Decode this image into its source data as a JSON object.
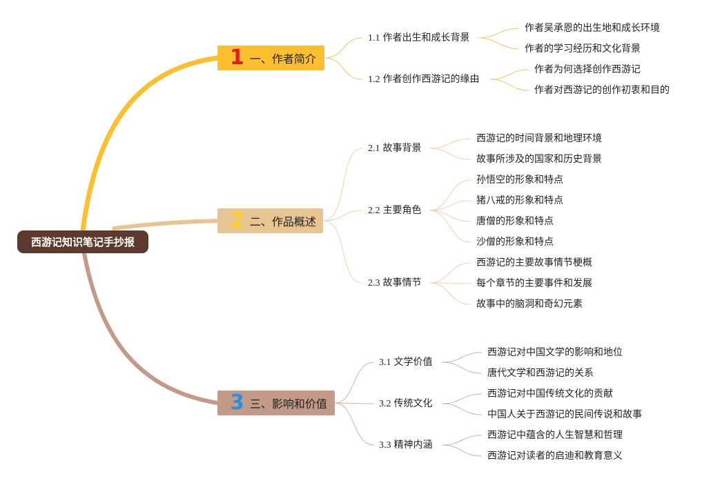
{
  "root": {
    "title": "西游记知识笔记手抄报"
  },
  "colors": {
    "root": "#5c3a2e",
    "b1": "#fbbf2f",
    "b2": "#e8c493",
    "b3": "#c39a88",
    "num1": "#e31c1c",
    "num2": "#fbd02f",
    "num3": "#2b8fd9"
  },
  "branches": [
    {
      "num": "1",
      "label": "一、作者简介",
      "subs": [
        {
          "num": "1.1",
          "label": "作者出生和成长背景",
          "leaves": [
            "作者吴承恩的出生地和成长环境",
            "作者的学习经历和文化背景"
          ]
        },
        {
          "num": "1.2",
          "label": "作者创作西游记的缘由",
          "leaves": [
            "作者为何选择创作西游记",
            "作者对西游记的创作初衷和目的"
          ]
        }
      ]
    },
    {
      "num": "2",
      "label": "二、作品概述",
      "subs": [
        {
          "num": "2.1",
          "label": "故事背景",
          "leaves": [
            "西游记的时间背景和地理环境",
            "故事所涉及的国家和历史背景"
          ]
        },
        {
          "num": "2.2",
          "label": "主要角色",
          "leaves": [
            "孙悟空的形象和特点",
            "猪八戒的形象和特点",
            "唐僧的形象和特点",
            "沙僧的形象和特点"
          ]
        },
        {
          "num": "2.3",
          "label": "故事情节",
          "leaves": [
            "西游记的主要故事情节梗概",
            "每个章节的主要事件和发展",
            "故事中的脑洞和奇幻元素"
          ]
        }
      ]
    },
    {
      "num": "3",
      "label": "三、影响和价值",
      "subs": [
        {
          "num": "3.1",
          "label": "文学价值",
          "leaves": [
            "西游记对中国文学的影响和地位",
            "唐代文学和西游记的关系"
          ]
        },
        {
          "num": "3.2",
          "label": "传统文化",
          "leaves": [
            "西游记对中国传统文化的贡献",
            "中国人关于西游记的民间传说和故事"
          ]
        },
        {
          "num": "3.3",
          "label": "精神内涵",
          "leaves": [
            "西游记中蕴含的人生智慧和哲理",
            "西游记对读者的启迪和教育意义"
          ]
        }
      ]
    }
  ]
}
